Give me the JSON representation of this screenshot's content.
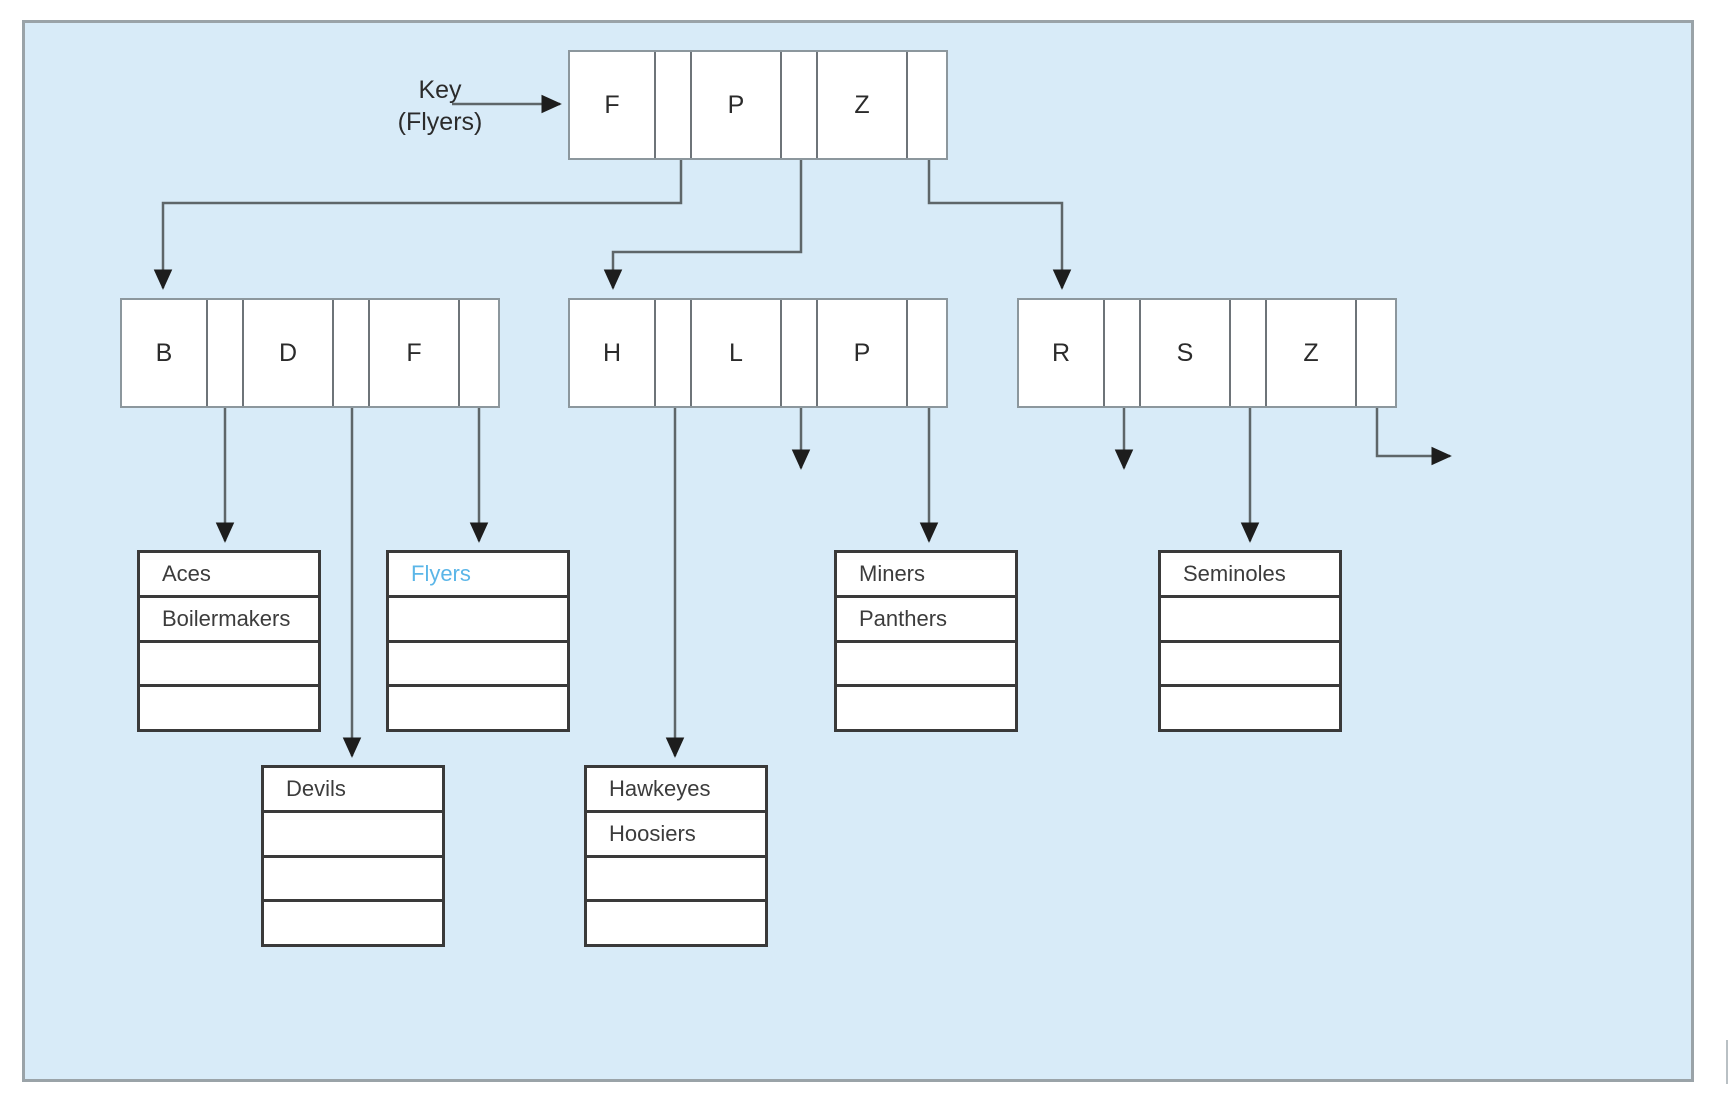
{
  "diagram": {
    "title": "B-tree index with key lookup",
    "type": "btree-index",
    "background_color": "#d8ebf8",
    "panel_border_color": "#9aa3a8",
    "highlight_color": "#5bb6e8",
    "node_border_color": "#8c979d",
    "leaf_border_color": "#3a3a3a",
    "connector_color": "#5e6669"
  },
  "key_label": {
    "line1": "Key",
    "line2": "(Flyers)"
  },
  "root_node": {
    "name": "root-index-node",
    "keys": [
      "F",
      "P",
      "Z"
    ],
    "cells": [
      {
        "type": "key",
        "label": "F"
      },
      {
        "type": "pointer",
        "label": ""
      },
      {
        "type": "key",
        "label": "P"
      },
      {
        "type": "pointer",
        "label": ""
      },
      {
        "type": "key",
        "label": "Z"
      },
      {
        "type": "pointer",
        "label": ""
      }
    ]
  },
  "level2_nodes": [
    {
      "name": "index-node-left",
      "keys": [
        "B",
        "D",
        "F"
      ],
      "cells": [
        {
          "type": "key",
          "label": "B"
        },
        {
          "type": "pointer",
          "label": ""
        },
        {
          "type": "key",
          "label": "D"
        },
        {
          "type": "pointer",
          "label": ""
        },
        {
          "type": "key",
          "label": "F"
        },
        {
          "type": "pointer",
          "label": ""
        }
      ]
    },
    {
      "name": "index-node-middle",
      "keys": [
        "H",
        "L",
        "P"
      ],
      "cells": [
        {
          "type": "key",
          "label": "H"
        },
        {
          "type": "pointer",
          "label": ""
        },
        {
          "type": "key",
          "label": "L"
        },
        {
          "type": "pointer",
          "label": ""
        },
        {
          "type": "key",
          "label": "P"
        },
        {
          "type": "pointer",
          "label": ""
        }
      ]
    },
    {
      "name": "index-node-right",
      "keys": [
        "R",
        "S",
        "Z"
      ],
      "cells": [
        {
          "type": "key",
          "label": "R"
        },
        {
          "type": "pointer",
          "label": ""
        },
        {
          "type": "key",
          "label": "S"
        },
        {
          "type": "pointer",
          "label": ""
        },
        {
          "type": "key",
          "label": "Z"
        },
        {
          "type": "pointer",
          "label": ""
        }
      ]
    }
  ],
  "leaf_blocks": [
    {
      "name": "leaf-block-aces",
      "rows": [
        "Aces",
        "Boilermakers",
        "",
        ""
      ],
      "highlight_index": -1
    },
    {
      "name": "leaf-block-flyers",
      "rows": [
        "Flyers",
        "",
        "",
        ""
      ],
      "highlight_index": 0
    },
    {
      "name": "leaf-block-miners",
      "rows": [
        "Miners",
        "Panthers",
        "",
        ""
      ],
      "highlight_index": -1
    },
    {
      "name": "leaf-block-seminoles",
      "rows": [
        "Seminoles",
        "",
        "",
        ""
      ],
      "highlight_index": -1
    },
    {
      "name": "leaf-block-devils",
      "rows": [
        "Devils",
        "",
        "",
        ""
      ],
      "highlight_index": -1
    },
    {
      "name": "leaf-block-hawkeyes",
      "rows": [
        "Hawkeyes",
        "Hoosiers",
        "",
        ""
      ],
      "highlight_index": -1
    }
  ]
}
